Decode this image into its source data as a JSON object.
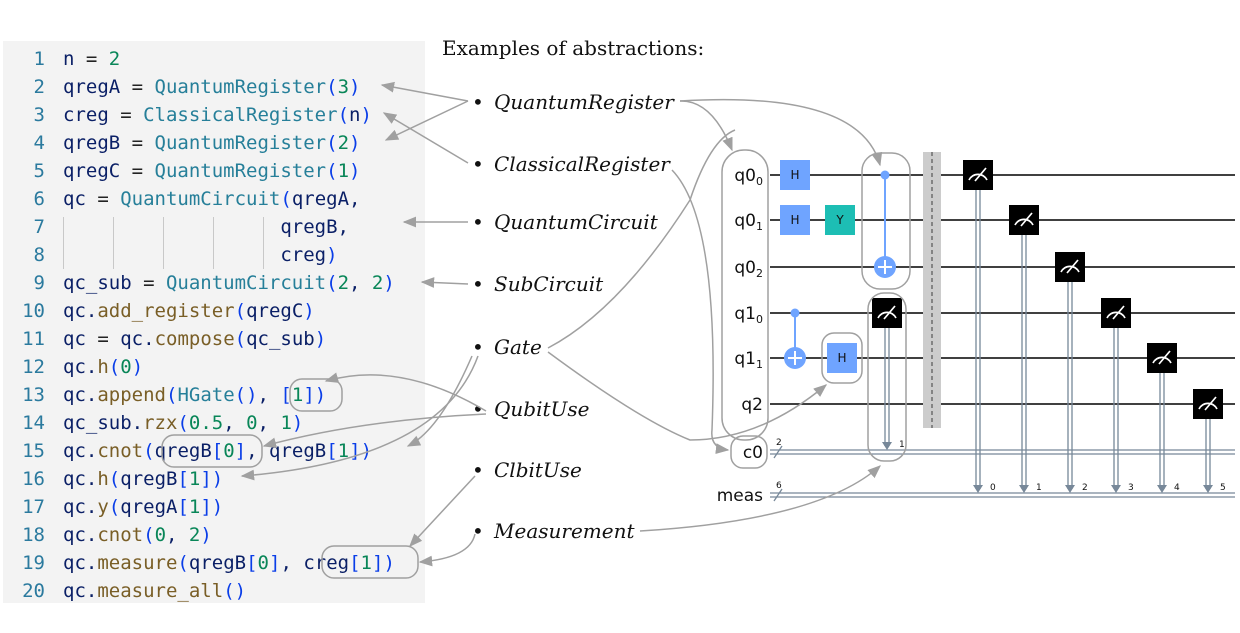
{
  "title": "Examples of abstractions:",
  "code_lines": [
    {
      "n": "1",
      "tokens": [
        [
          "var",
          "n"
        ],
        [
          "op",
          " = "
        ],
        [
          "num",
          "2"
        ]
      ]
    },
    {
      "n": "2",
      "tokens": [
        [
          "var",
          "qregA"
        ],
        [
          "op",
          " = "
        ],
        [
          "cls",
          "QuantumRegister"
        ],
        [
          "par",
          "("
        ],
        [
          "num",
          "3"
        ],
        [
          "par",
          ")"
        ]
      ]
    },
    {
      "n": "3",
      "tokens": [
        [
          "var",
          "creg"
        ],
        [
          "op",
          " = "
        ],
        [
          "cls",
          "ClassicalRegister"
        ],
        [
          "par",
          "("
        ],
        [
          "var",
          "n"
        ],
        [
          "par",
          ")"
        ]
      ]
    },
    {
      "n": "4",
      "tokens": [
        [
          "var",
          "qregB"
        ],
        [
          "op",
          " = "
        ],
        [
          "cls",
          "QuantumRegister"
        ],
        [
          "par",
          "("
        ],
        [
          "num",
          "2"
        ],
        [
          "par",
          ")"
        ]
      ]
    },
    {
      "n": "5",
      "tokens": [
        [
          "var",
          "qregC"
        ],
        [
          "op",
          " = "
        ],
        [
          "cls",
          "QuantumRegister"
        ],
        [
          "par",
          "("
        ],
        [
          "num",
          "1"
        ],
        [
          "par",
          ")"
        ]
      ]
    },
    {
      "n": "6",
      "tokens": [
        [
          "var",
          "qc"
        ],
        [
          "op",
          " = "
        ],
        [
          "cls",
          "QuantumCircuit"
        ],
        [
          "par",
          "("
        ],
        [
          "var",
          "qregA"
        ],
        [
          "pun",
          ","
        ]
      ]
    },
    {
      "n": "7",
      "tokens": [
        [
          "op",
          "                   "
        ],
        [
          "var",
          "qregB"
        ],
        [
          "pun",
          ","
        ]
      ]
    },
    {
      "n": "8",
      "tokens": [
        [
          "op",
          "                   "
        ],
        [
          "var",
          "creg"
        ],
        [
          "par",
          ")"
        ]
      ]
    },
    {
      "n": "9",
      "tokens": [
        [
          "var",
          "qc_sub"
        ],
        [
          "op",
          " = "
        ],
        [
          "cls",
          "QuantumCircuit"
        ],
        [
          "par",
          "("
        ],
        [
          "num",
          "2"
        ],
        [
          "pun",
          ", "
        ],
        [
          "num",
          "2"
        ],
        [
          "par",
          ")"
        ]
      ]
    },
    {
      "n": "10",
      "tokens": [
        [
          "var",
          "qc"
        ],
        [
          "pun",
          "."
        ],
        [
          "fn",
          "add_register"
        ],
        [
          "par",
          "("
        ],
        [
          "var",
          "qregC"
        ],
        [
          "par",
          ")"
        ]
      ]
    },
    {
      "n": "11",
      "tokens": [
        [
          "var",
          "qc"
        ],
        [
          "op",
          " = "
        ],
        [
          "var",
          "qc"
        ],
        [
          "pun",
          "."
        ],
        [
          "fn",
          "compose"
        ],
        [
          "par",
          "("
        ],
        [
          "var",
          "qc_sub"
        ],
        [
          "par",
          ")"
        ]
      ]
    },
    {
      "n": "12",
      "tokens": [
        [
          "var",
          "qc"
        ],
        [
          "pun",
          "."
        ],
        [
          "fn",
          "h"
        ],
        [
          "par",
          "("
        ],
        [
          "num",
          "0"
        ],
        [
          "par",
          ")"
        ]
      ]
    },
    {
      "n": "13",
      "tokens": [
        [
          "var",
          "qc"
        ],
        [
          "pun",
          "."
        ],
        [
          "fn",
          "append"
        ],
        [
          "par",
          "("
        ],
        [
          "cls",
          "HGate"
        ],
        [
          "par",
          "()"
        ],
        [
          "pun",
          ", "
        ],
        [
          "par",
          "["
        ],
        [
          "num",
          "1"
        ],
        [
          "par",
          "])"
        ]
      ]
    },
    {
      "n": "14",
      "tokens": [
        [
          "var",
          "qc_sub"
        ],
        [
          "pun",
          "."
        ],
        [
          "fn",
          "rzx"
        ],
        [
          "par",
          "("
        ],
        [
          "num",
          "0.5"
        ],
        [
          "pun",
          ", "
        ],
        [
          "num",
          "0"
        ],
        [
          "pun",
          ", "
        ],
        [
          "num",
          "1"
        ],
        [
          "par",
          ")"
        ]
      ]
    },
    {
      "n": "15",
      "tokens": [
        [
          "var",
          "qc"
        ],
        [
          "pun",
          "."
        ],
        [
          "fn",
          "cnot"
        ],
        [
          "par",
          "("
        ],
        [
          "var",
          "qregB"
        ],
        [
          "par",
          "["
        ],
        [
          "num",
          "0"
        ],
        [
          "par",
          "]"
        ],
        [
          "pun",
          ", "
        ],
        [
          "var",
          "qregB"
        ],
        [
          "par",
          "["
        ],
        [
          "num",
          "1"
        ],
        [
          "par",
          "])"
        ]
      ]
    },
    {
      "n": "16",
      "tokens": [
        [
          "var",
          "qc"
        ],
        [
          "pun",
          "."
        ],
        [
          "fn",
          "h"
        ],
        [
          "par",
          "("
        ],
        [
          "var",
          "qregB"
        ],
        [
          "par",
          "["
        ],
        [
          "num",
          "1"
        ],
        [
          "par",
          "])"
        ]
      ]
    },
    {
      "n": "17",
      "tokens": [
        [
          "var",
          "qc"
        ],
        [
          "pun",
          "."
        ],
        [
          "fn",
          "y"
        ],
        [
          "par",
          "("
        ],
        [
          "var",
          "qregA"
        ],
        [
          "par",
          "["
        ],
        [
          "num",
          "1"
        ],
        [
          "par",
          "])"
        ]
      ]
    },
    {
      "n": "18",
      "tokens": [
        [
          "var",
          "qc"
        ],
        [
          "pun",
          "."
        ],
        [
          "fn",
          "cnot"
        ],
        [
          "par",
          "("
        ],
        [
          "num",
          "0"
        ],
        [
          "pun",
          ", "
        ],
        [
          "num",
          "2"
        ],
        [
          "par",
          ")"
        ]
      ]
    },
    {
      "n": "19",
      "tokens": [
        [
          "var",
          "qc"
        ],
        [
          "pun",
          "."
        ],
        [
          "fn",
          "measure"
        ],
        [
          "par",
          "("
        ],
        [
          "var",
          "qregB"
        ],
        [
          "par",
          "["
        ],
        [
          "num",
          "0"
        ],
        [
          "par",
          "]"
        ],
        [
          "pun",
          ", "
        ],
        [
          "var",
          "creg"
        ],
        [
          "par",
          "["
        ],
        [
          "num",
          "1"
        ],
        [
          "par",
          "])"
        ]
      ]
    },
    {
      "n": "20",
      "tokens": [
        [
          "var",
          "qc"
        ],
        [
          "pun",
          "."
        ],
        [
          "fn",
          "measure_all"
        ],
        [
          "par",
          "()"
        ]
      ]
    }
  ],
  "abstractions": [
    "QuantumRegister",
    "ClassicalRegister",
    "QuantumCircuit",
    "SubCircuit",
    "Gate",
    "QubitUse",
    "ClbitUse",
    "Measurement"
  ],
  "bullet": "•",
  "circuit": {
    "wire_labels": [
      {
        "base": "q0",
        "sub": "0"
      },
      {
        "base": "q0",
        "sub": "1"
      },
      {
        "base": "q0",
        "sub": "2"
      },
      {
        "base": "q1",
        "sub": "0"
      },
      {
        "base": "q1",
        "sub": "1"
      },
      {
        "base": "q2",
        "sub": ""
      }
    ],
    "classical_labels": [
      "c0",
      "meas"
    ],
    "bus_widths": [
      "2",
      "6"
    ],
    "gates": {
      "h": "H",
      "y": "Y"
    },
    "cnot_bit_label": "1",
    "meas_bit_labels": [
      "0",
      "1",
      "2",
      "3",
      "4",
      "5"
    ],
    "colors": {
      "h_gate": "#6fa4ff",
      "y_gate": "#1dbeb4",
      "measure": "#000000",
      "barrier": "#cccccc",
      "annotation": "#a0a0a0",
      "bus": "#778899"
    }
  }
}
